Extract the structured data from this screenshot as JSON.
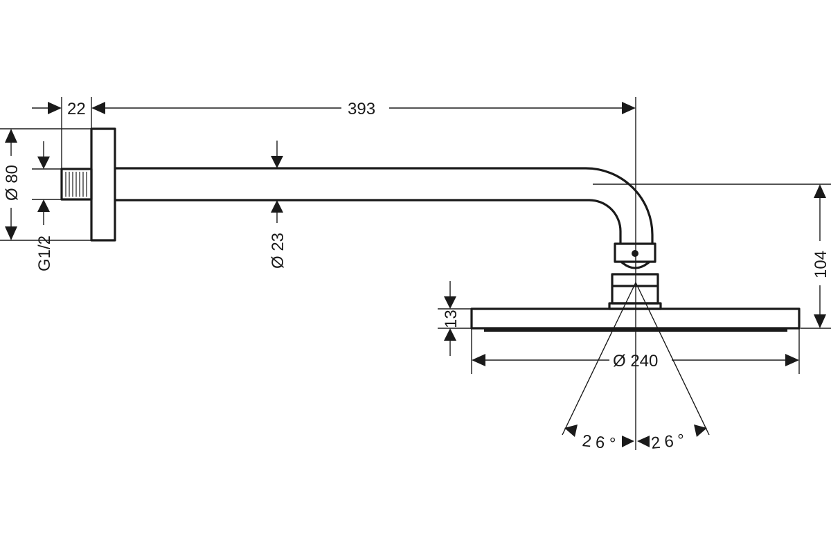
{
  "diagram": {
    "dimensions": {
      "wall_depth": "22",
      "arm_length": "393",
      "flange_diameter": "Ø 80",
      "thread": "G1/2",
      "arm_diameter": "Ø 23",
      "head_drop": "104",
      "head_height": "13",
      "head_diameter": "Ø 240",
      "angle_left": "26°",
      "angle_right": "26°"
    }
  }
}
